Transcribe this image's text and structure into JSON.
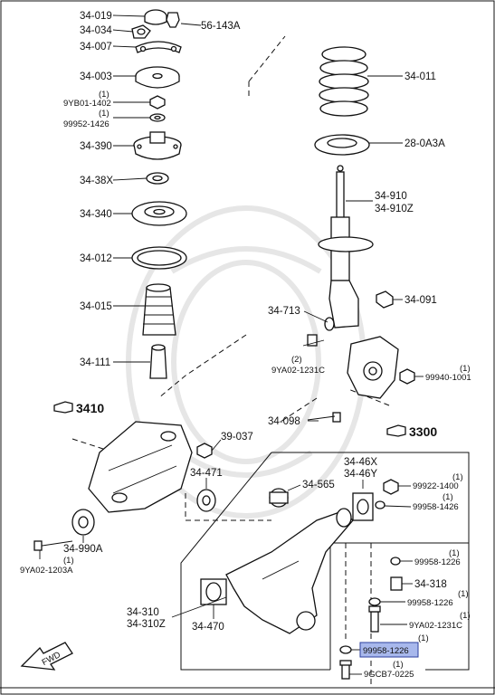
{
  "labels": {
    "p34_019": "34-019",
    "p34_034": "34-034",
    "p56_143A": "56-143A",
    "p34_007": "34-007",
    "p34_003": "34-003",
    "p34_011": "34-011",
    "q_9YB01": "(1)",
    "p9YB01_1402": "9YB01-1402",
    "q_99952": "(1)",
    "p99952_1426": "99952-1426",
    "p34_390": "34-390",
    "p28_0A3A": "28-0A3A",
    "p34_38X": "34-38X",
    "p34_910": "34-910",
    "p34_910Z": "34-910Z",
    "p34_340": "34-340",
    "p34_012": "34-012",
    "p34_015": "34-015",
    "p34_713": "34-713",
    "p34_091": "34-091",
    "p34_111": "34-111",
    "q_9YA02a": "(2)",
    "p9YA02_1231C_a": "9YA02-1231C",
    "q_99940": "(1)",
    "p99940_1001": "99940-1001",
    "ref_3410": "3410",
    "p34_098": "34-098",
    "ref_3300": "3300",
    "p39_037": "39-037",
    "p34_46X": "34-46X",
    "p34_46Y": "34-46Y",
    "p34_471": "34-471",
    "p34_565": "34-565",
    "q_99922": "(1)",
    "p99922_1400": "99922-1400",
    "q_99958a": "(1)",
    "p99958_1426": "99958-1426",
    "p34_990A": "34-990A",
    "q_9YA02b": "(1)",
    "p9YA02_1203A": "9YA02-1203A",
    "q_99958b": "(1)",
    "p99958_1226_a": "99958-1226",
    "p34_318": "34-318",
    "q_99958c": "(1)",
    "p99958_1226_b": "99958-1226",
    "q_9YA02c": "(1)",
    "p9YA02_1231C_b": "9YA02-1231C",
    "p34_310": "34-310",
    "p34_310Z": "34-310Z",
    "p34_470": "34-470",
    "q_99958d": "(1)",
    "p99958_1226_hl": "99958-1226",
    "q_9GCB7": "(1)",
    "p9GCB7_0225": "9GCB7-0225",
    "fwd": "FWD"
  },
  "colors": {
    "highlight_fill": "#a8b8ec",
    "highlight_stroke": "#2b3f9e",
    "line": "#111111",
    "watermark": "#e6e6e6"
  }
}
